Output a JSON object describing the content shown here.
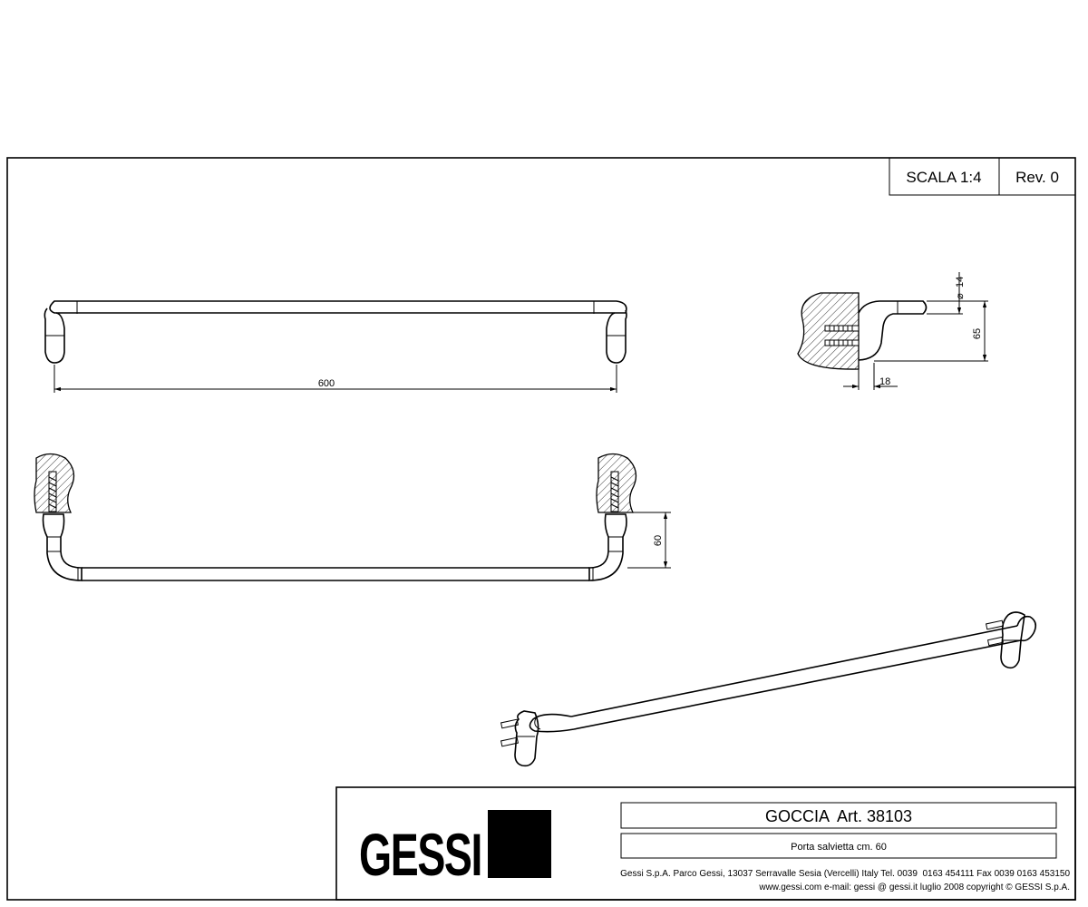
{
  "title_block": {
    "scale": "SCALA 1:4",
    "revision": "Rev. 0",
    "product": "GOCCIA  Art. 38103",
    "description": "Porta salvietta cm. 60",
    "company_line1": "Gessi S.p.A. Parco Gessi, 13037 Serravalle Sesia (Vercelli) Italy Tel. 0039  0163 454111 Fax 0039 0163 453150",
    "company_line2": "www.gessi.com e-mail: gessi @ gessi.it luglio 2008 copyright © GESSI S.p.A.",
    "logo_text": "GESSI"
  },
  "dimensions": {
    "length": "600",
    "diameter": "14",
    "projection": "65",
    "base_depth": "18",
    "height": "60"
  }
}
